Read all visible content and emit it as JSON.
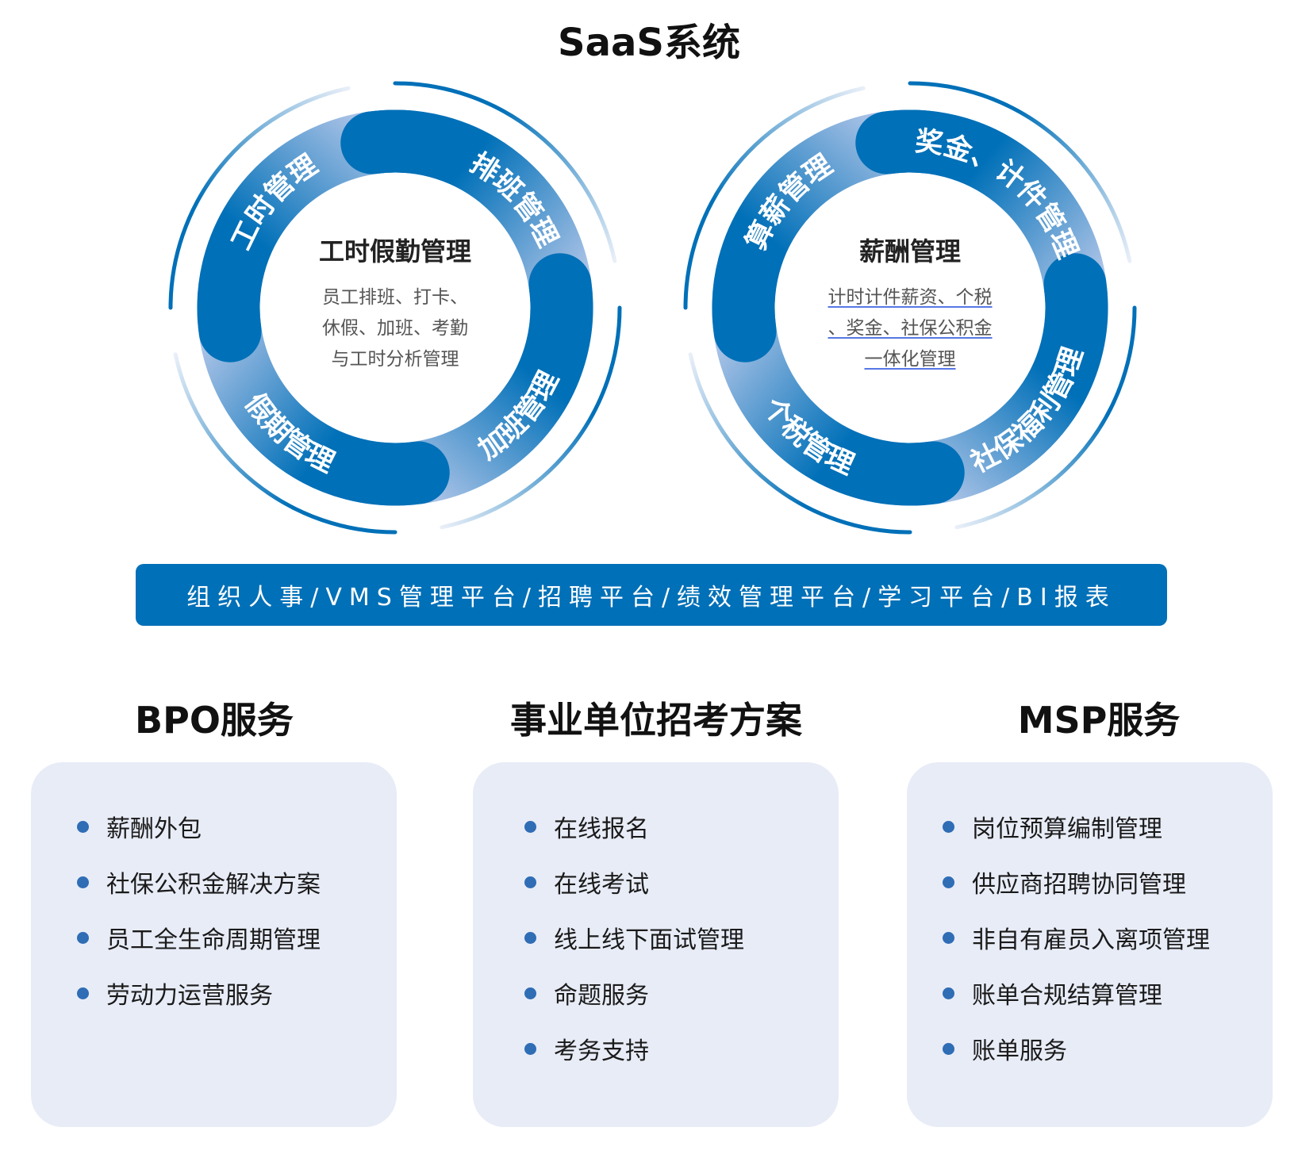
{
  "title": "SaaS系统",
  "colors": {
    "dark": "#0070b8",
    "light": "#a9c2e6",
    "arc_light": "#e9eff8",
    "card": "#e8ecf7",
    "bullet": "#2f6db5"
  },
  "rings": [
    {
      "center_title": "工时假勤管理",
      "center_lines": [
        "员工排班、打卡、",
        "休假、加班、考勤",
        "与工时分析管理"
      ],
      "labels": [
        "工时管理",
        "排班管理",
        "假期管理",
        "加班管理"
      ]
    },
    {
      "center_title": "薪酬管理",
      "center_lines": [
        "计时计件薪资、个税",
        "、奖金、社保公积金",
        "一体化管理"
      ],
      "labels": [
        "算薪管理",
        "奖金、计件管理",
        "个税管理",
        "社保福利管理"
      ]
    }
  ],
  "banner": "组织人事/VMS管理平台/招聘平台/绩效管理平台/学习平台/BI报表",
  "sections": [
    {
      "title": "BPO服务",
      "items": [
        "薪酬外包",
        "社保公积金解决方案",
        "员工全生命周期管理",
        "劳动力运营服务"
      ]
    },
    {
      "title": "事业单位招考方案",
      "items": [
        "在线报名",
        "在线考试",
        "线上线下面试管理",
        "命题服务",
        "考务支持"
      ]
    },
    {
      "title": "MSP服务",
      "items": [
        "岗位预算编制管理",
        "供应商招聘协同管理",
        "非自有雇员入离项管理",
        "账单合规结算管理",
        "账单服务"
      ]
    }
  ]
}
